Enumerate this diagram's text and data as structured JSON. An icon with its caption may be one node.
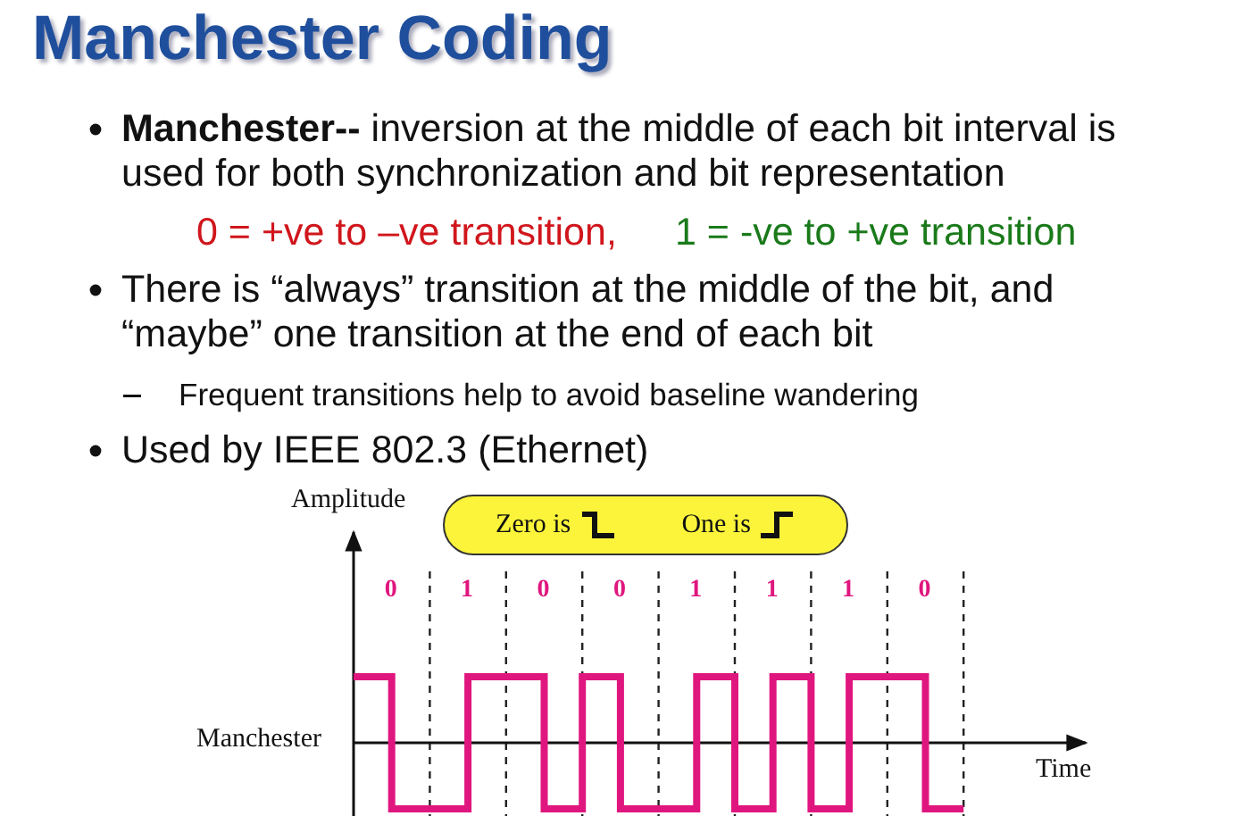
{
  "diagram": {
    "title": "Manchester Coding",
    "labels": [
      "**Manchester--** inversion at the middle of each bit interval is used for both synchronization and bit representation",
      "0 = +ve to –ve transition,",
      "1 = -ve to +ve transition",
      "There is “always” transition at the middle of the bit, and “maybe” one transition at the end of each bit",
      "Frequent transitions help to avoid baseline wandering",
      "Used by IEEE 802.3 (Ethernet)",
      "Amplitude",
      "0",
      "1",
      "0",
      "0",
      "1",
      "1",
      "1",
      "0",
      "Manchester",
      "Time"
    ],
    "legend": [
      {
        "text": "Zero is"
      },
      {
        "text": "One is"
      }
    ]
  }
}
